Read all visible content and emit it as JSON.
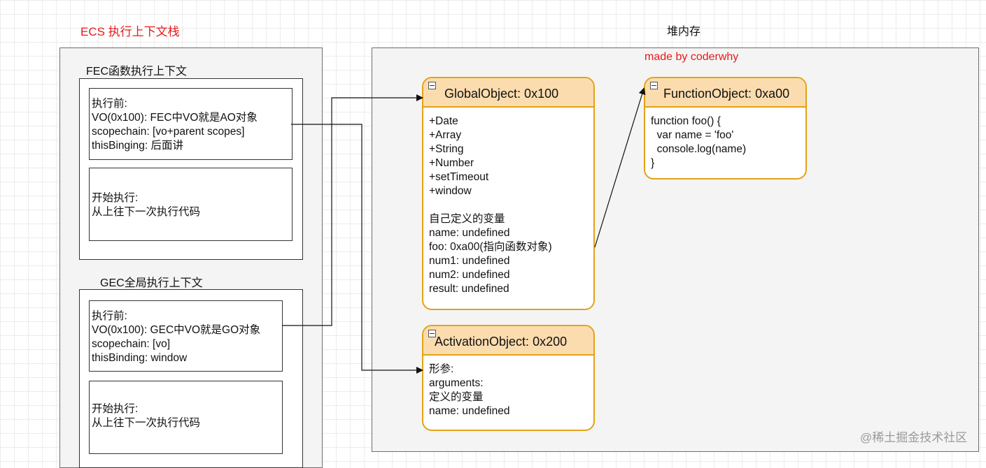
{
  "ecs_stack_title": "ECS 执行上下文栈",
  "heap_title": "堆内存",
  "credit": "made by coderwhy",
  "fec": {
    "title": "FEC函数执行上下文",
    "before_lines": [
      "执行前:",
      "VO(0x100): FEC中VO就是AO对象",
      "scopechain: [vo+parent scopes]",
      "thisBinging: 后面讲"
    ],
    "exec_lines": [
      "开始执行:",
      "从上往下一次执行代码"
    ]
  },
  "gec": {
    "title": "GEC全局执行上下文",
    "before_lines": [
      "执行前:",
      "VO(0x100): GEC中VO就是GO对象",
      "scopechain: [vo]",
      "thisBinding: window"
    ],
    "exec_lines": [
      "开始执行:",
      "从上往下一次执行代码"
    ]
  },
  "global_object": {
    "title": "GlobalObject: 0x100",
    "lines": [
      "+Date",
      "+Array",
      "+String",
      "+Number",
      "+setTimeout",
      "+window",
      "",
      "自己定义的变量",
      "name: undefined",
      "foo: 0xa00(指向函数对象)",
      "num1: undefined",
      "num2: undefined",
      "result: undefined"
    ]
  },
  "function_object": {
    "title": "FunctionObject: 0xa00",
    "lines": [
      "function foo() {",
      "  var name = 'foo'",
      "  console.log(name)",
      "}"
    ]
  },
  "activation_object": {
    "title": "ActivationObject: 0x200",
    "lines": [
      "形参:",
      "arguments:",
      "定义的变量",
      "name: undefined"
    ]
  },
  "watermark": "@稀土掘金技术社区",
  "colors": {
    "accent_red": "#e61a1a",
    "object_border": "#e3a218",
    "object_header": "#fbdcae",
    "panel_bg": "#f4f4f4"
  }
}
